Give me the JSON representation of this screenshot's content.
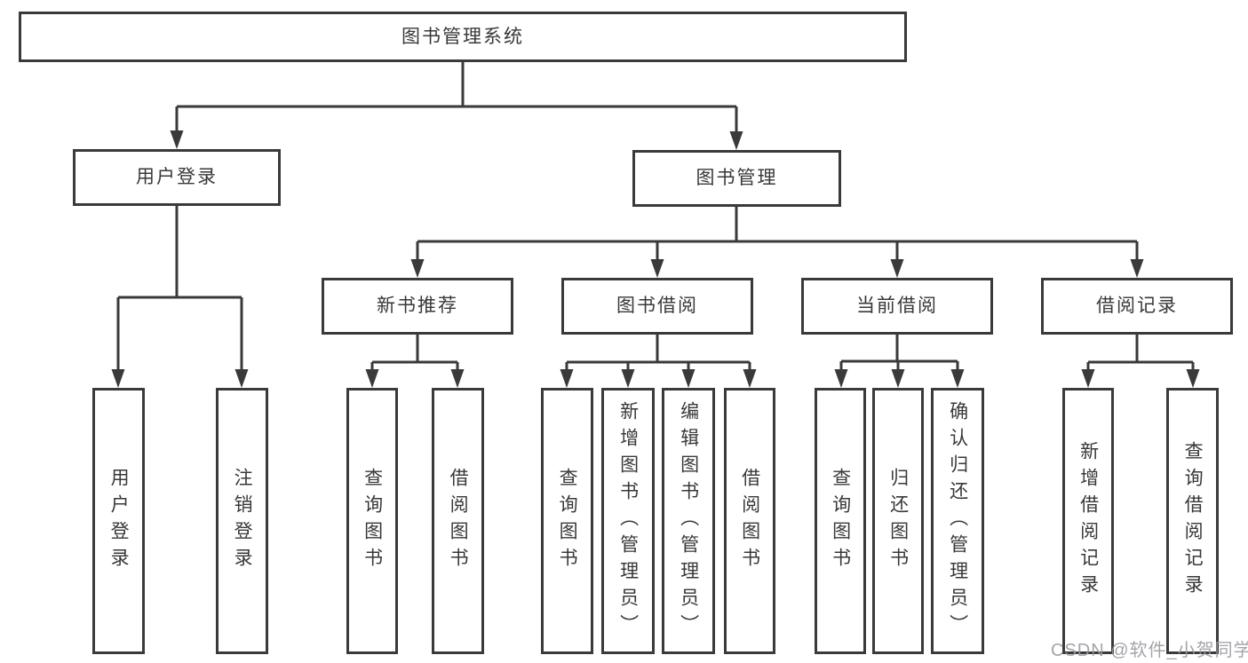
{
  "diagram": {
    "root": {
      "label": "图书管理系统"
    },
    "branches": [
      {
        "label": "用户登录",
        "children": [
          {
            "label": "用户登录"
          },
          {
            "label": "注销登录"
          }
        ]
      },
      {
        "label": "图书管理",
        "children": [
          {
            "label": "新书推荐",
            "children": [
              {
                "label": "查询图书"
              },
              {
                "label": "借阅图书"
              }
            ]
          },
          {
            "label": "图书借阅",
            "children": [
              {
                "label": "查询图书"
              },
              {
                "label": "新增图书（管理员）"
              },
              {
                "label": "编辑图书（管理员）"
              },
              {
                "label": "借阅图书"
              }
            ]
          },
          {
            "label": "当前借阅",
            "children": [
              {
                "label": "查询图书"
              },
              {
                "label": "归还图书"
              },
              {
                "label": "确认归还（管理员）"
              }
            ]
          },
          {
            "label": "借阅记录",
            "children": [
              {
                "label": "新增借阅记录"
              },
              {
                "label": "查询借阅记录"
              }
            ]
          }
        ]
      }
    ]
  },
  "watermark": {
    "text": "CSDN @软件_小贺同学"
  },
  "colors": {
    "line": "#3a3a3a",
    "text": "#383838",
    "background": "#ffffff",
    "watermark": "#9b9ba1"
  }
}
